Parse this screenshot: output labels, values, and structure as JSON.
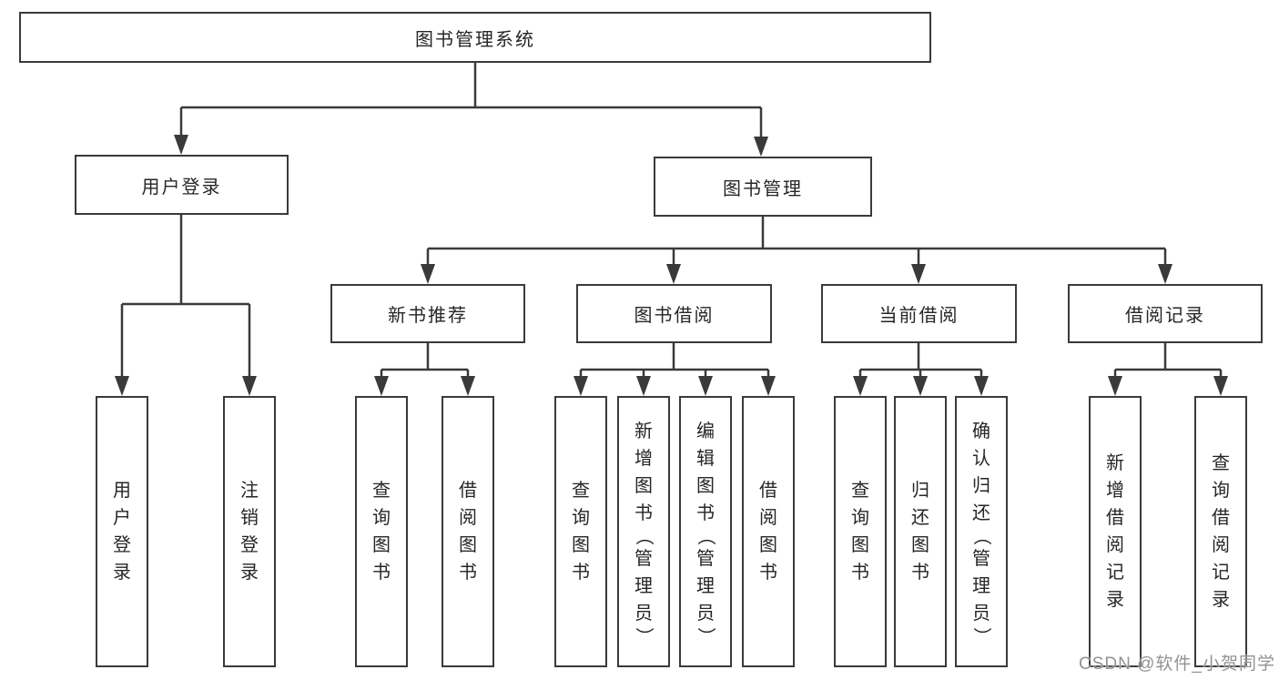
{
  "diagram": {
    "root": {
      "label": "图书管理系统"
    },
    "level2": [
      {
        "label": "用户登录"
      },
      {
        "label": "图书管理"
      }
    ],
    "level3": [
      {
        "label": "新书推荐"
      },
      {
        "label": "图书借阅"
      },
      {
        "label": "当前借阅"
      },
      {
        "label": "借阅记录"
      }
    ],
    "leaves": {
      "user_login": [
        "用户登录",
        "注销登录"
      ],
      "new_book": [
        "查询图书",
        "借阅图书"
      ],
      "borrow": [
        "查询图书",
        "新增图书（管理员）",
        "编辑图书（管理员）",
        "借阅图书"
      ],
      "current": [
        "查询图书",
        "归还图书",
        "确认归还（管理员）"
      ],
      "records": [
        "新增借阅记录",
        "查询借阅记录"
      ]
    }
  },
  "watermark": "CSDN @软件_小贺同学",
  "colors": {
    "line": "#3a3a3a",
    "text": "#262626",
    "background": "#ffffff",
    "watermark": "#929292"
  }
}
